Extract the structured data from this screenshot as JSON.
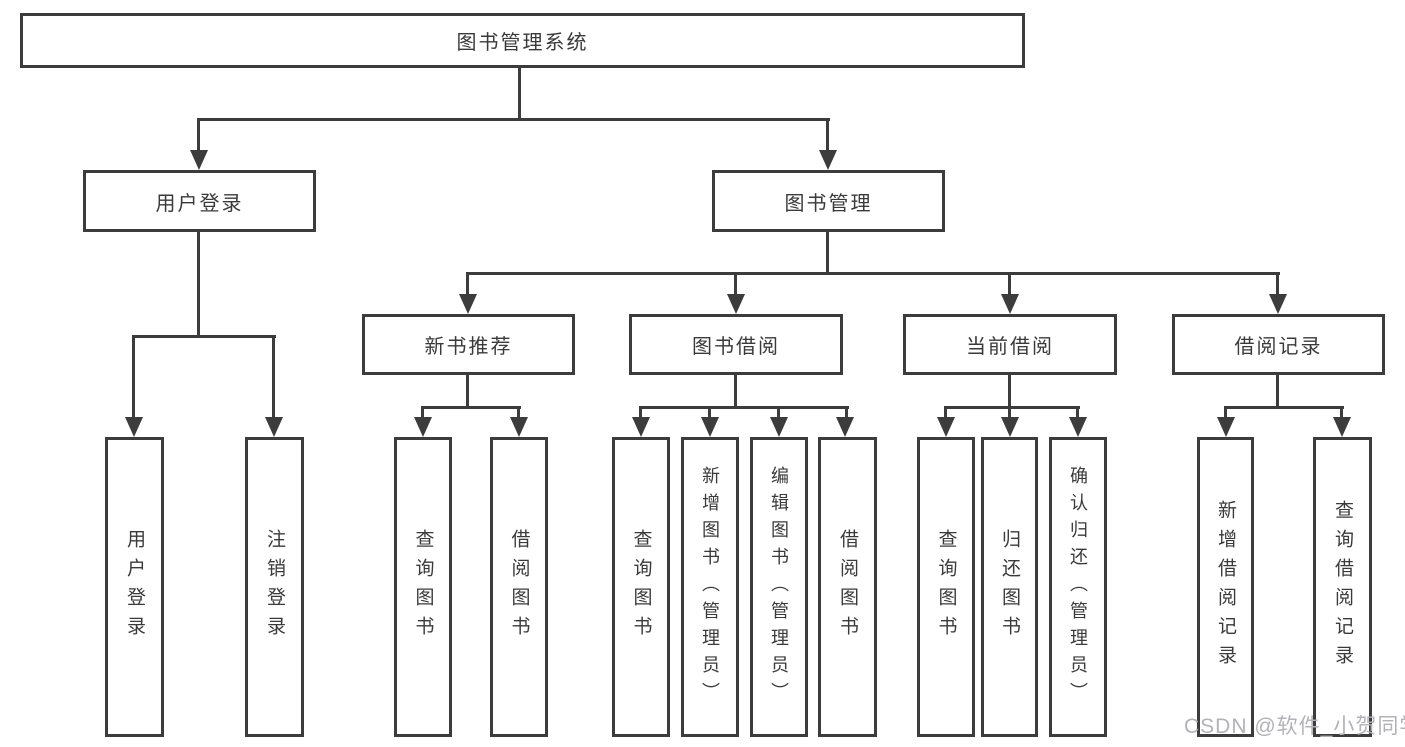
{
  "colors": {
    "line": "#3c3c3c",
    "text": "#3a3a3a",
    "watermark": "#b3b3b7",
    "background": "#ffffff"
  },
  "watermark": {
    "text": "CSDN @软件_小贺同学"
  },
  "tree": {
    "label": "图书管理系统",
    "children": [
      {
        "label": "用户登录",
        "children": [
          {
            "label": "用户登录"
          },
          {
            "label": "注销登录"
          }
        ]
      },
      {
        "label": "图书管理",
        "children": [
          {
            "label": "新书推荐",
            "children": [
              {
                "label": "查询图书"
              },
              {
                "label": "借阅图书"
              }
            ]
          },
          {
            "label": "图书借阅",
            "children": [
              {
                "label": "查询图书"
              },
              {
                "label": "新增图书（管理员）"
              },
              {
                "label": "编辑图书（管理员）"
              },
              {
                "label": "借阅图书"
              }
            ]
          },
          {
            "label": "当前借阅",
            "children": [
              {
                "label": "查询图书"
              },
              {
                "label": "归还图书"
              },
              {
                "label": "确认归还（管理员）"
              }
            ]
          },
          {
            "label": "借阅记录",
            "children": [
              {
                "label": "新增借阅记录"
              },
              {
                "label": "查询借阅记录"
              }
            ]
          }
        ]
      }
    ]
  }
}
